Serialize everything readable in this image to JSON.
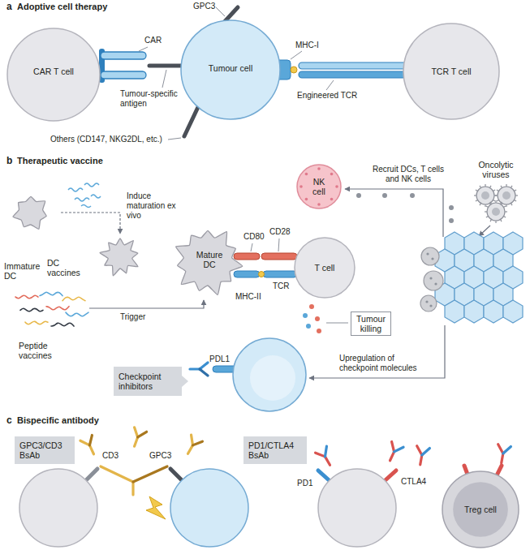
{
  "diagram": {
    "nodes": [
      {
        "text": [
          "CAR T cell"
        ]
      },
      {
        "text": [
          "Tumour cell"
        ]
      },
      {
        "text": [
          "TCR T cell"
        ]
      },
      {
        "text": [
          "NK cell"
        ]
      },
      {
        "text": [
          "Immature DC"
        ]
      },
      {
        "text": [
          "DC vaccines"
        ]
      },
      {
        "text": [
          "Oncolytic viruses"
        ]
      },
      {
        "text": [
          "Mature DC"
        ]
      },
      {
        "text": [
          "T cell"
        ]
      },
      {
        "text": [
          "Peptide vaccines"
        ]
      },
      {
        "text": [
          "Tumour killing"
        ]
      },
      {
        "text": [
          "Checkpoint inhibitors"
        ]
      },
      {
        "text": [
          "GPC3/CD3 BsAb"
        ]
      },
      {
        "text": [
          "PD1/CTLA4 BsAb"
        ]
      },
      {
        "text": [
          "Treg cell"
        ]
      }
    ],
    "edges": [
      {
        "from": 4,
        "to": 5,
        "arrow": "to",
        "label": "Induce maturation ex vivo"
      },
      {
        "from": 9,
        "to": 7,
        "arrow": "to",
        "label": "Trigger"
      }
    ],
    "labels": [
      "a",
      "Adoptive cell therapy",
      "GPC3",
      "CAR",
      "Tumour-specific antigen",
      "Others (CD147, NKG2DL, etc.)",
      "MHC-I",
      "Engineered TCR",
      "b",
      "Therapeutic vaccine",
      "Recruit DCs, T cells and NK cells",
      "CD80",
      "CD28",
      "TCR",
      "MHC-II",
      "PDL1",
      "Upregulation of checkpoint molecules",
      "c",
      "Bispecific antibody",
      "CD3",
      "GPC3",
      "PD1",
      "CTLA4"
    ]
  }
}
